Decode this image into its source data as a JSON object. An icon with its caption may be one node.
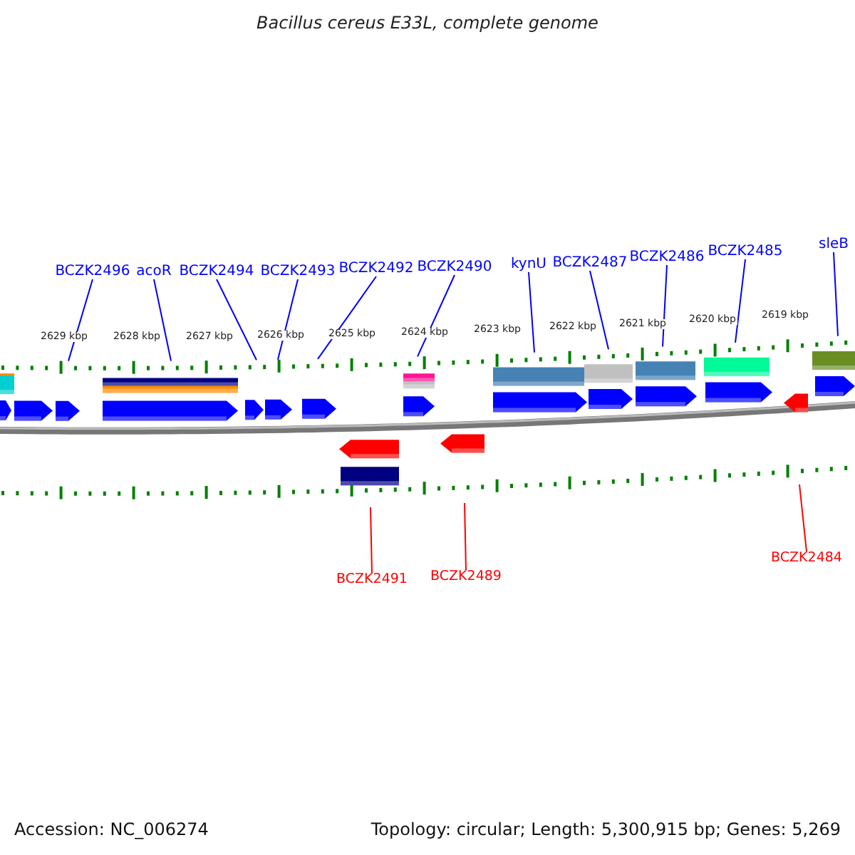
{
  "diagram": {
    "title": "Bacillus cereus E33L, complete genome",
    "nodes": [
      {
        "text": [
          "BCZK2496"
        ]
      },
      {
        "text": [
          "acoR"
        ]
      },
      {
        "text": [
          "BCZK2494"
        ]
      },
      {
        "text": [
          "BCZK2493"
        ]
      },
      {
        "text": [
          "BCZK2492"
        ]
      },
      {
        "text": [
          "BCZK2490"
        ]
      },
      {
        "text": [
          "kynU"
        ]
      },
      {
        "text": [
          "BCZK2487"
        ]
      },
      {
        "text": [
          "BCZK2486"
        ]
      },
      {
        "text": [
          "BCZK2485"
        ]
      },
      {
        "text": [
          "sleB"
        ]
      },
      {
        "text": [
          "BCZK2491"
        ]
      },
      {
        "text": [
          "BCZK2489"
        ]
      },
      {
        "text": [
          "BCZK2484"
        ]
      }
    ],
    "edges": [
      {
        "from": 0,
        "to": null,
        "arrow": "none"
      },
      {
        "from": 1,
        "to": null,
        "arrow": "none"
      },
      {
        "from": 2,
        "to": null,
        "arrow": "none"
      },
      {
        "from": 3,
        "to": null,
        "arrow": "none"
      },
      {
        "from": 4,
        "to": null,
        "arrow": "none"
      },
      {
        "from": 5,
        "to": null,
        "arrow": "none"
      },
      {
        "from": 6,
        "to": null,
        "arrow": "none"
      },
      {
        "from": 7,
        "to": null,
        "arrow": "none"
      },
      {
        "from": 8,
        "to": null,
        "arrow": "none"
      },
      {
        "from": 9,
        "to": null,
        "arrow": "none"
      },
      {
        "from": 10,
        "to": null,
        "arrow": "none"
      },
      {
        "from": 11,
        "to": null,
        "arrow": "none",
        "color": "#ff0000"
      },
      {
        "from": 12,
        "to": null,
        "arrow": "none",
        "color": "#ff0000"
      },
      {
        "from": 13,
        "to": null,
        "arrow": "none",
        "color": "#ff0000"
      }
    ],
    "labels": [
      "2629 kbp",
      "2628 kbp",
      "2627 kbp",
      "2626 kbp",
      "2625 kbp",
      "2624 kbp",
      "2623 kbp",
      "2622 kbp",
      "2621 kbp",
      "2620 kbp",
      "2619 kbp",
      "Accession: NC_006274",
      "Topology: circular; Length: 5,300,915 bp; Genes: 5,269"
    ]
  }
}
